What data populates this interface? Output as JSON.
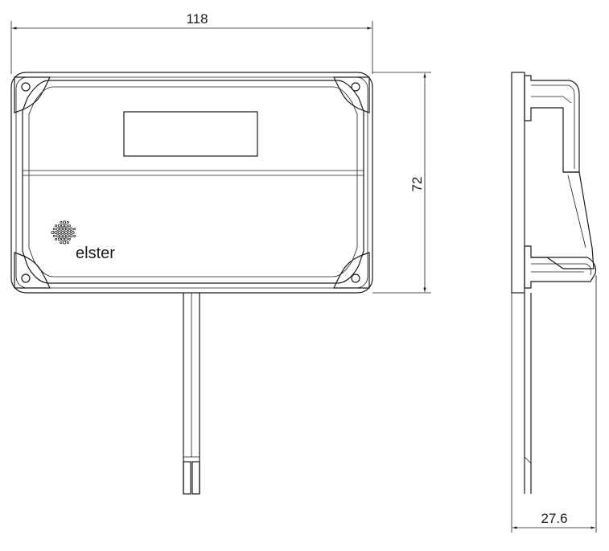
{
  "dimensions": {
    "width_label": "118",
    "height_label": "72",
    "depth_label": "27.6"
  },
  "logo": {
    "text": "elster"
  }
}
